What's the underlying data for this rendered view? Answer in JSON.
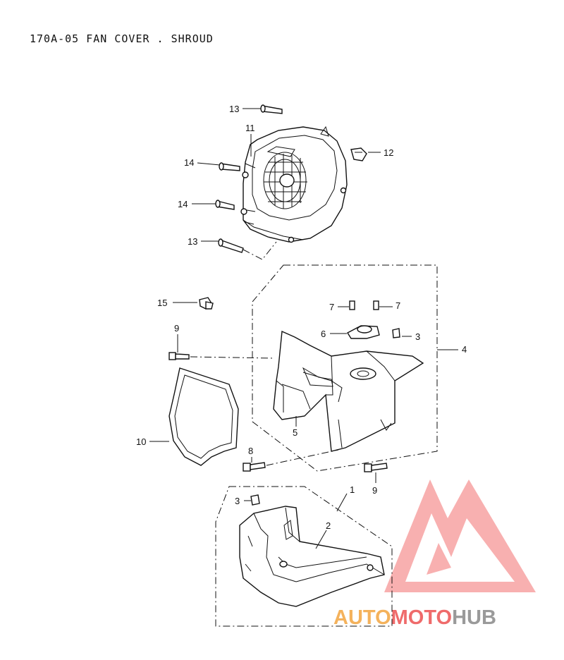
{
  "title": "170A-05 FAN COVER . SHROUD",
  "callouts": [
    {
      "id": "c13a",
      "text": "13"
    },
    {
      "id": "c11",
      "text": "11"
    },
    {
      "id": "c12",
      "text": "12"
    },
    {
      "id": "c14a",
      "text": "14"
    },
    {
      "id": "c14b",
      "text": "14"
    },
    {
      "id": "c13b",
      "text": "13"
    },
    {
      "id": "c15",
      "text": "15"
    },
    {
      "id": "c7a",
      "text": "7"
    },
    {
      "id": "c7b",
      "text": "7"
    },
    {
      "id": "c6",
      "text": "6"
    },
    {
      "id": "c3a",
      "text": "3"
    },
    {
      "id": "c4",
      "text": "4"
    },
    {
      "id": "c9a",
      "text": "9"
    },
    {
      "id": "c5",
      "text": "5"
    },
    {
      "id": "c10",
      "text": "10"
    },
    {
      "id": "c8",
      "text": "8"
    },
    {
      "id": "c9b",
      "text": "9"
    },
    {
      "id": "c1",
      "text": "1"
    },
    {
      "id": "c3b",
      "text": "3"
    },
    {
      "id": "c2",
      "text": "2"
    }
  ],
  "watermark": {
    "brand": "AUTOMOTOHUB",
    "part1": "AUTO",
    "part2": "MOTO",
    "part3": "HUB",
    "colors": {
      "red": "#ef5b5b",
      "orange": "#f4b25c",
      "gray": "#9a9a9a"
    }
  }
}
